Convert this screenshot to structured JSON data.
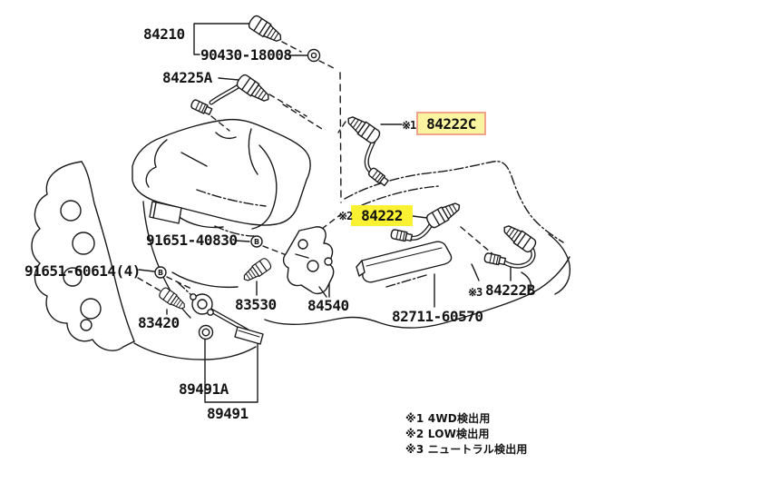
{
  "diagram": {
    "type": "engine-transmission-parts-diagram",
    "background": "#ffffff",
    "line_color": "#1a1a1a",
    "highlight_primary": {
      "bg": "#faf3a0",
      "border": "#f0a48c"
    },
    "highlight_secondary": {
      "bg": "#fbf133"
    },
    "bolt_marker": "B",
    "parts": [
      {
        "label": "84210"
      },
      {
        "label": "90430-18008"
      },
      {
        "label": "84225A"
      },
      {
        "label": "84222C",
        "prefix": "※1",
        "highlight": "primary"
      },
      {
        "label": "84222",
        "prefix": "※2",
        "highlight": "secondary"
      },
      {
        "label": "91651-40830",
        "marker": "B"
      },
      {
        "label": "91651-60614(4)",
        "marker": "B"
      },
      {
        "label": "83530"
      },
      {
        "label": "84540"
      },
      {
        "label": "83420"
      },
      {
        "label": "82711-60570"
      },
      {
        "label": "84222B",
        "prefix": "※3"
      },
      {
        "label": "89491A"
      },
      {
        "label": "89491"
      }
    ],
    "footnotes": [
      {
        "text": "※1 4WD検出用"
      },
      {
        "text": "※2 LOW検出用"
      },
      {
        "text": "※3 ニュートラル検出用"
      }
    ]
  }
}
